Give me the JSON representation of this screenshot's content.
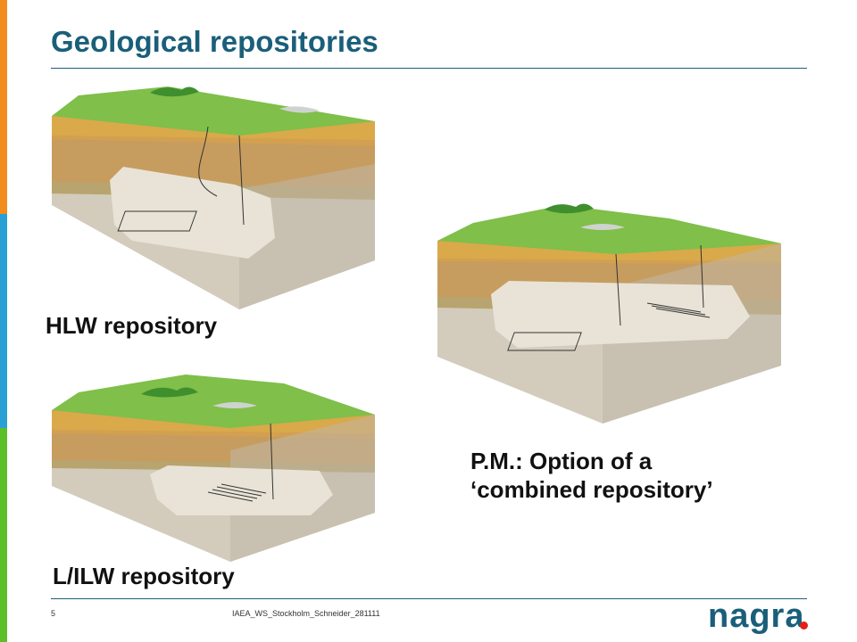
{
  "slide": {
    "title": "Geological repositories",
    "labels": {
      "hlw": "HLW repository",
      "combined_line1": "P.M.: Option of a",
      "combined_line2": "‘combined repository’",
      "lilw": "L/ILW repository"
    },
    "footer": {
      "page_number": "5",
      "reference": "IAEA_WS_Stockholm_Schneider_281111"
    },
    "logo": {
      "text": "nagra"
    }
  },
  "colors": {
    "title": "#1a5f7a",
    "stripe_orange": "#f28c1a",
    "stripe_blue": "#2a9fd6",
    "stripe_green": "#5cbf2a",
    "logo_dot": "#e32119"
  }
}
